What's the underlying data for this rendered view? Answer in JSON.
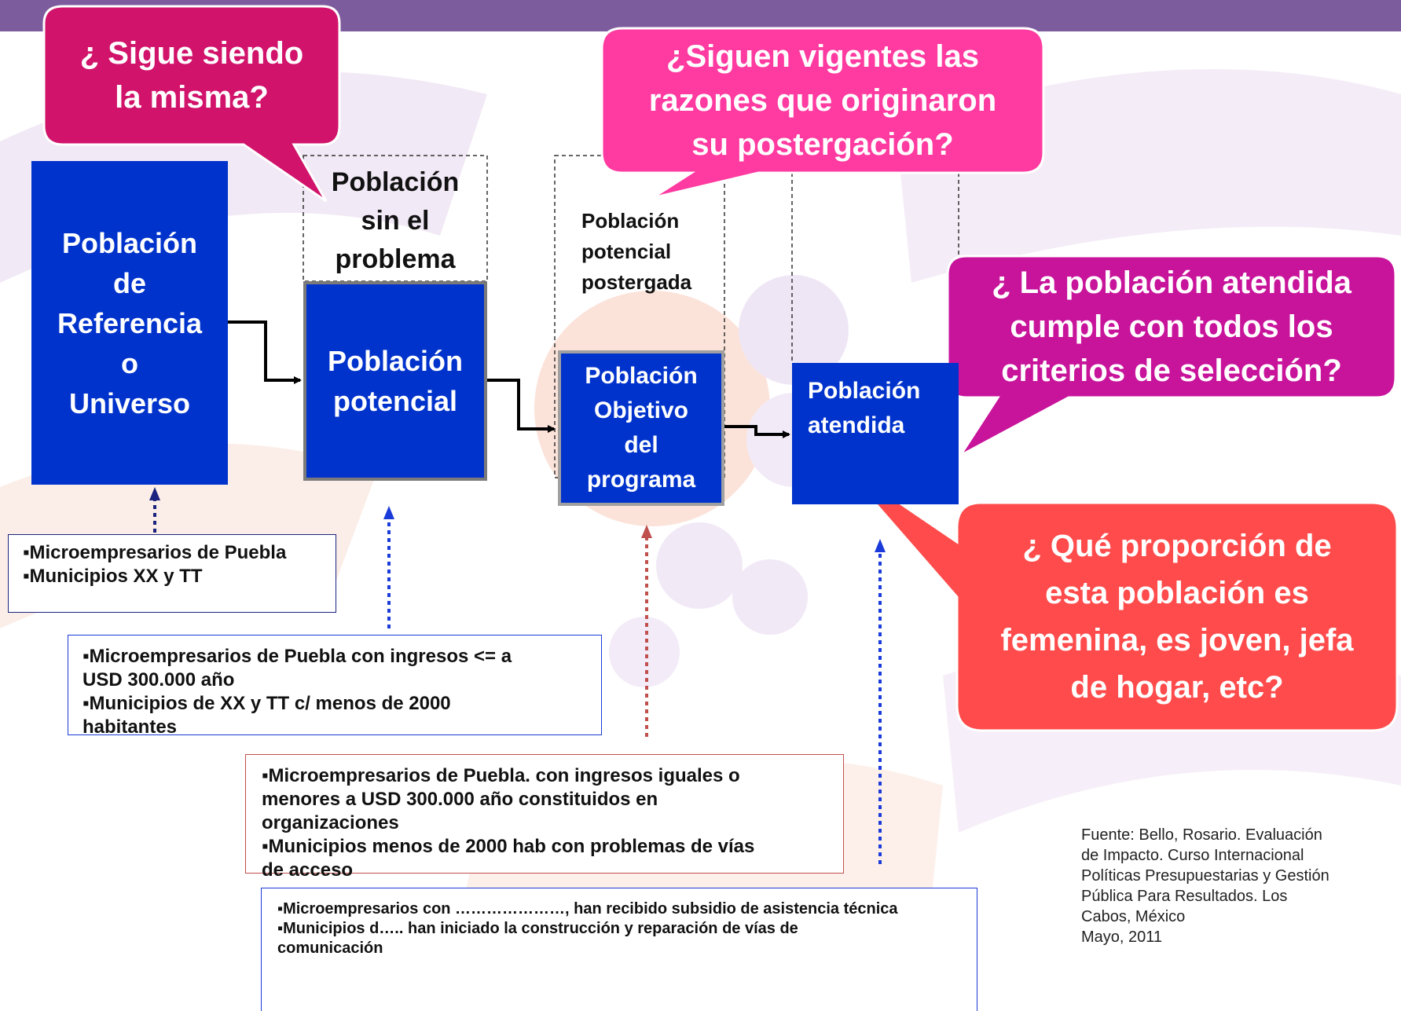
{
  "colors": {
    "topbar": "#7d5c9e",
    "box_blue": "#0033cc",
    "bubble_crimson": "#d1136b",
    "bubble_pink": "#ff3aa0",
    "bubble_magenta": "#c8139b",
    "bubble_coral": "#ff4b4b"
  },
  "boxes": {
    "referencia": [
      "Población",
      "de",
      "Referencia",
      "o",
      "Universo"
    ],
    "potencial": [
      "Población",
      "potencial"
    ],
    "objetivo": [
      "Población",
      "Objetivo",
      "del",
      "programa"
    ],
    "atendida": [
      "Población",
      "atendida"
    ]
  },
  "labels": {
    "sin_problema": [
      "Población",
      "sin  el",
      "problema"
    ],
    "postergada": [
      "Población",
      "potencial",
      "postergada"
    ]
  },
  "bubbles": {
    "misma": [
      "¿ Sigue siendo",
      "la misma?"
    ],
    "vigentes": [
      "¿Siguen vigentes las",
      "razones que originaron",
      "su postergación?"
    ],
    "criterios": [
      "¿ La población atendida",
      "cumple con todos los",
      "criterios de selección?"
    ],
    "proporcion": [
      "¿ Qué proporción de",
      "esta población es",
      "femenina, es joven, jefa",
      "de hogar, etc?"
    ]
  },
  "notes": {
    "referencia": [
      "▪Microempresarios de Puebla",
      "▪Municipios XX y TT"
    ],
    "potencial": [
      "▪Microempresarios de Puebla con ingresos <= a",
      "USD 300.000  año",
      "▪Municipios de XX y TT c/ menos de 2000",
      "habitantes"
    ],
    "objetivo": [
      "▪Microempresarios de Puebla. con ingresos iguales o",
      "menores a USD 300.000 año  constituidos en",
      "organizaciones",
      "▪Municipios  menos de 2000 hab con problemas de vías",
      "de acceso"
    ],
    "atendida": [
      "▪Microempresarios con …………………, han recibido subsidio de asistencia técnica",
      "▪Municipios d….. han iniciado la construcción y reparación de vías de",
      "comunicación"
    ]
  },
  "source": [
    "Fuente: Bello, Rosario. Evaluación",
    "de Impacto. Curso Internacional",
    "Políticas Presupuestarias y Gestión",
    "Pública Para Resultados. Los",
    "Cabos, México",
    "Mayo, 2011"
  ]
}
